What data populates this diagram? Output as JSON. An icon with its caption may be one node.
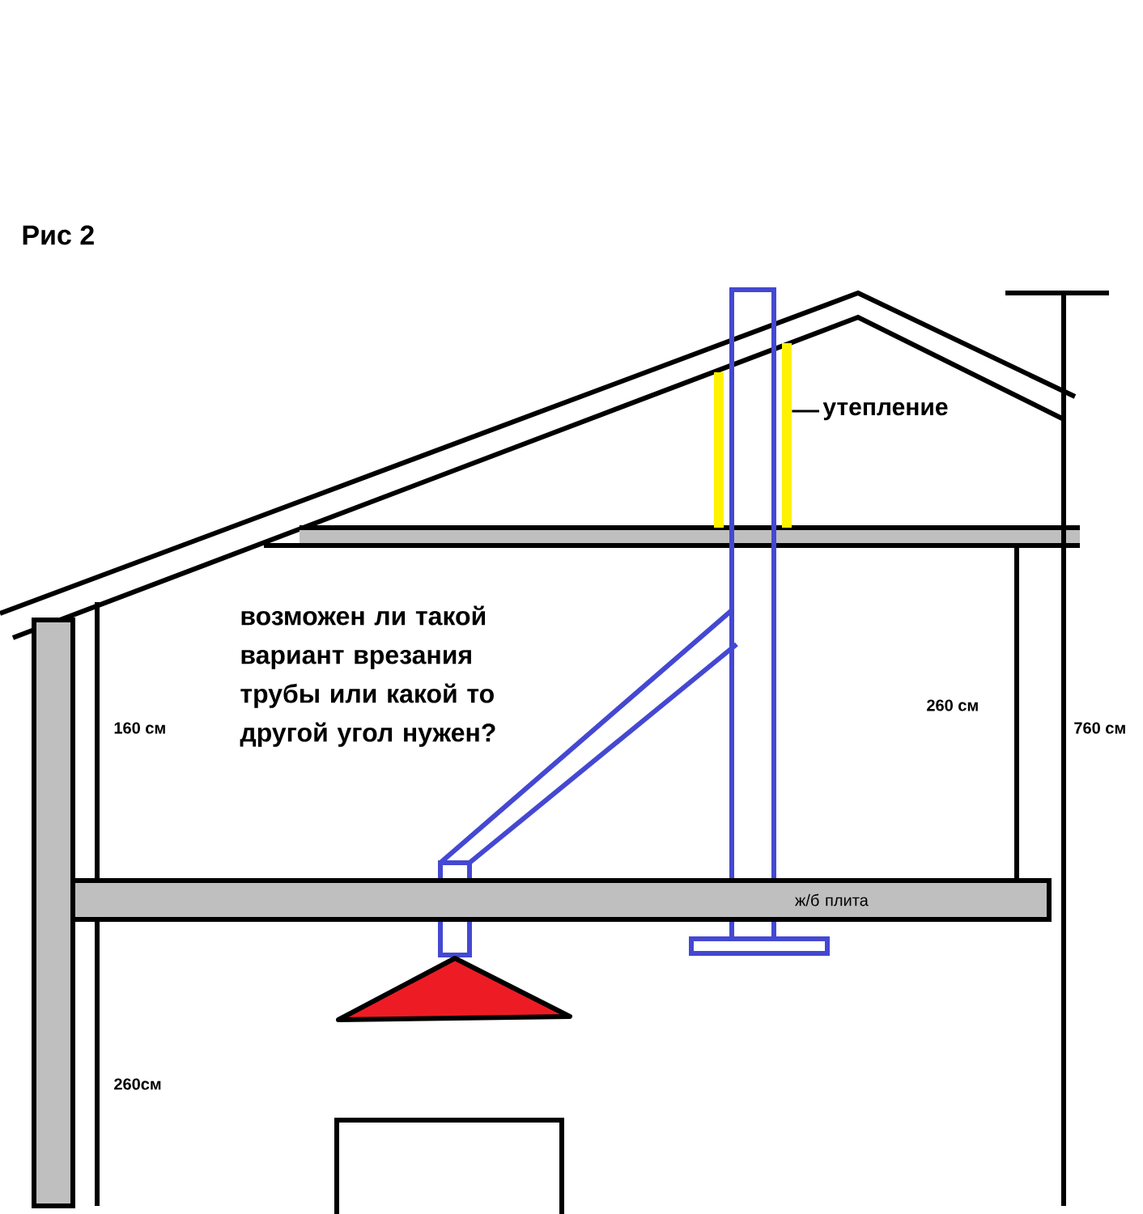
{
  "diagram": {
    "title": "Рис 2",
    "nodes": [
      {
        "text": [
          "ж/б плита"
        ]
      },
      {
        "text": [
          "утепление"
        ]
      },
      {
        "text": [],
        "shape": "bar"
      },
      {
        "text": [],
        "shape": "bar"
      }
    ],
    "edges": [
      {
        "from": 1,
        "to": 3,
        "arrow": "none"
      }
    ],
    "labels": [
      "возможен ли такой вариант врезания трубы или какой то другой угол нужен?",
      "260 см",
      "160 см",
      "760 см",
      "260см"
    ]
  }
}
